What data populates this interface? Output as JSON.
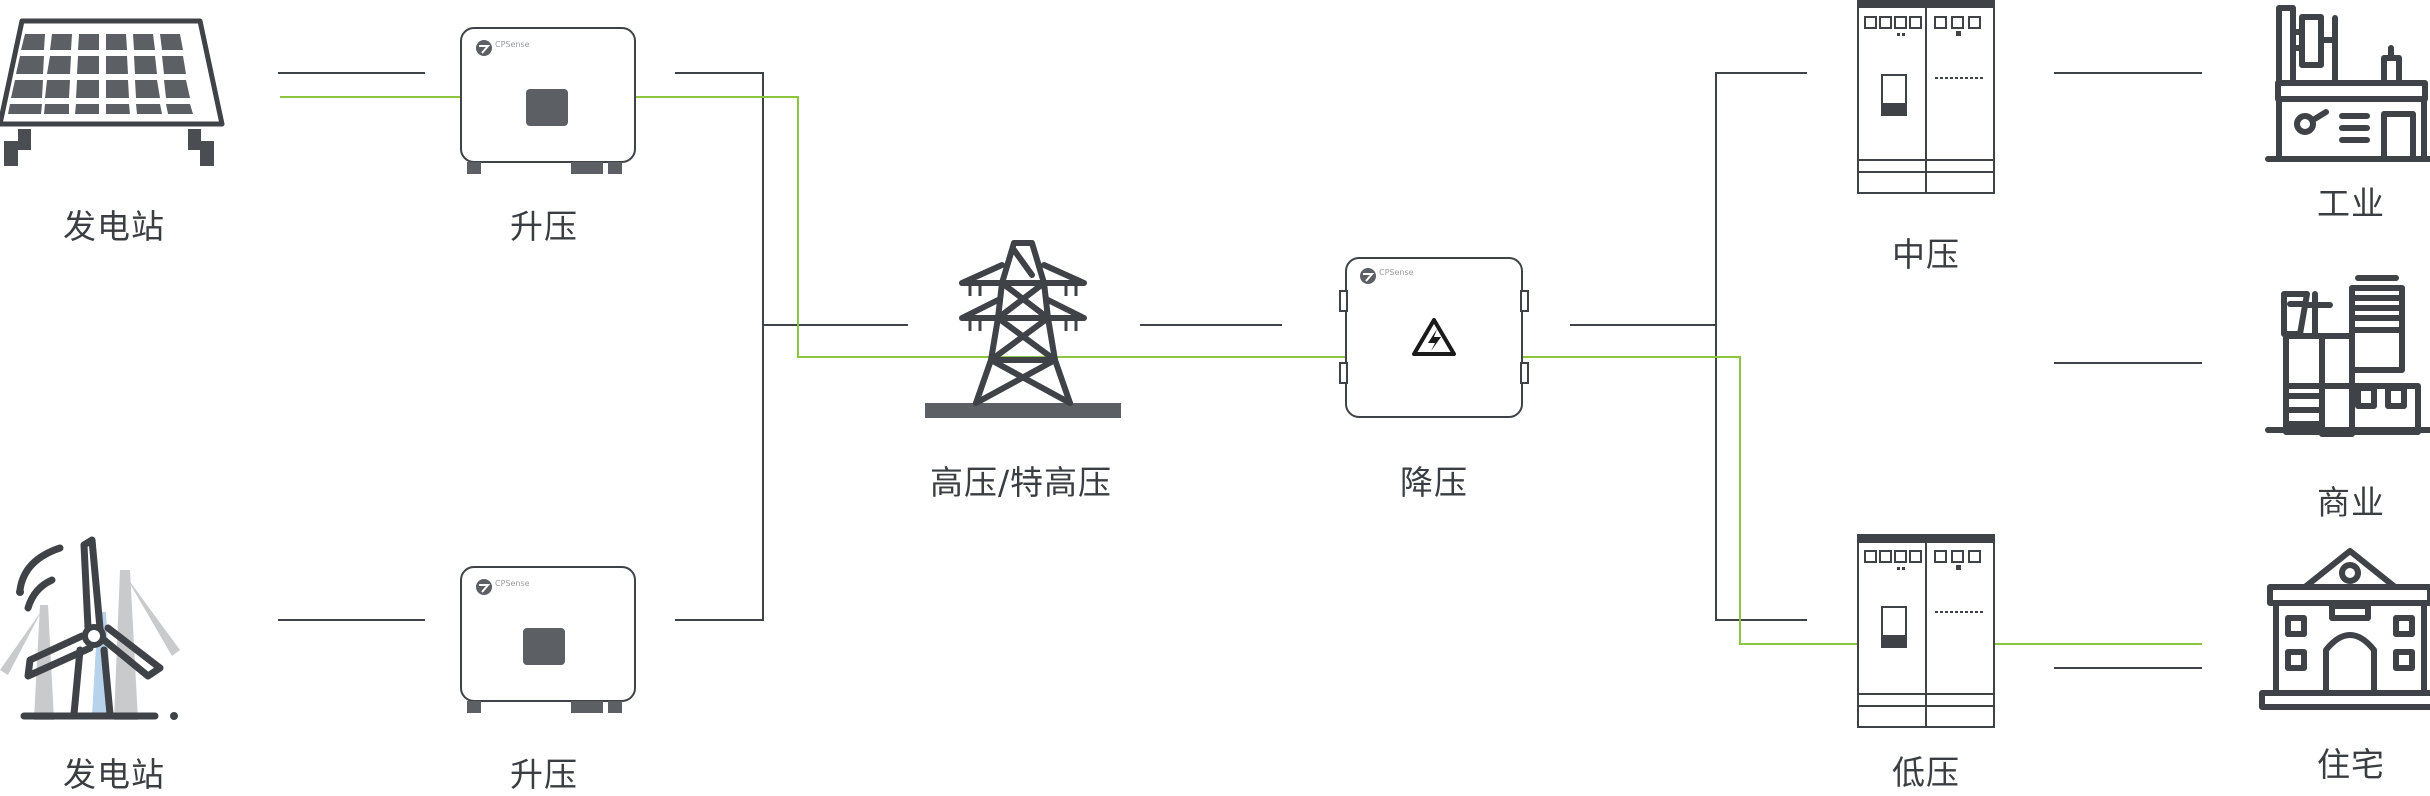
{
  "colors": {
    "device": "#3f4247",
    "device_fill": "#5c5f63",
    "wire": "#3f4247",
    "flow": "#8cc63f",
    "light": "#c9cacc",
    "accent_blue": "#b7d3ec"
  },
  "nodes": {
    "solar_station": {
      "label": "发电站",
      "icon": "solar-panel-icon"
    },
    "wind_station": {
      "label": "发电站",
      "icon": "wind-turbine-icon"
    },
    "boost_top": {
      "label": "升压",
      "icon": "inverter-icon",
      "brand": "CPSense"
    },
    "boost_bottom": {
      "label": "升压",
      "icon": "inverter-icon",
      "brand": "CPSense"
    },
    "transmission": {
      "label": "高压/特高压",
      "icon": "transmission-tower-icon"
    },
    "step_down": {
      "label": "降压",
      "icon": "transformer-box-icon",
      "brand": "CPSense"
    },
    "medium_voltage": {
      "label": "中压",
      "icon": "switchgear-cabinet-icon"
    },
    "low_voltage": {
      "label": "低压",
      "icon": "switchgear-cabinet-icon"
    },
    "industrial": {
      "label": "工业",
      "icon": "factory-icon"
    },
    "commercial": {
      "label": "商业",
      "icon": "commercial-building-icon"
    },
    "residential": {
      "label": "住宅",
      "icon": "residential-house-icon"
    }
  }
}
